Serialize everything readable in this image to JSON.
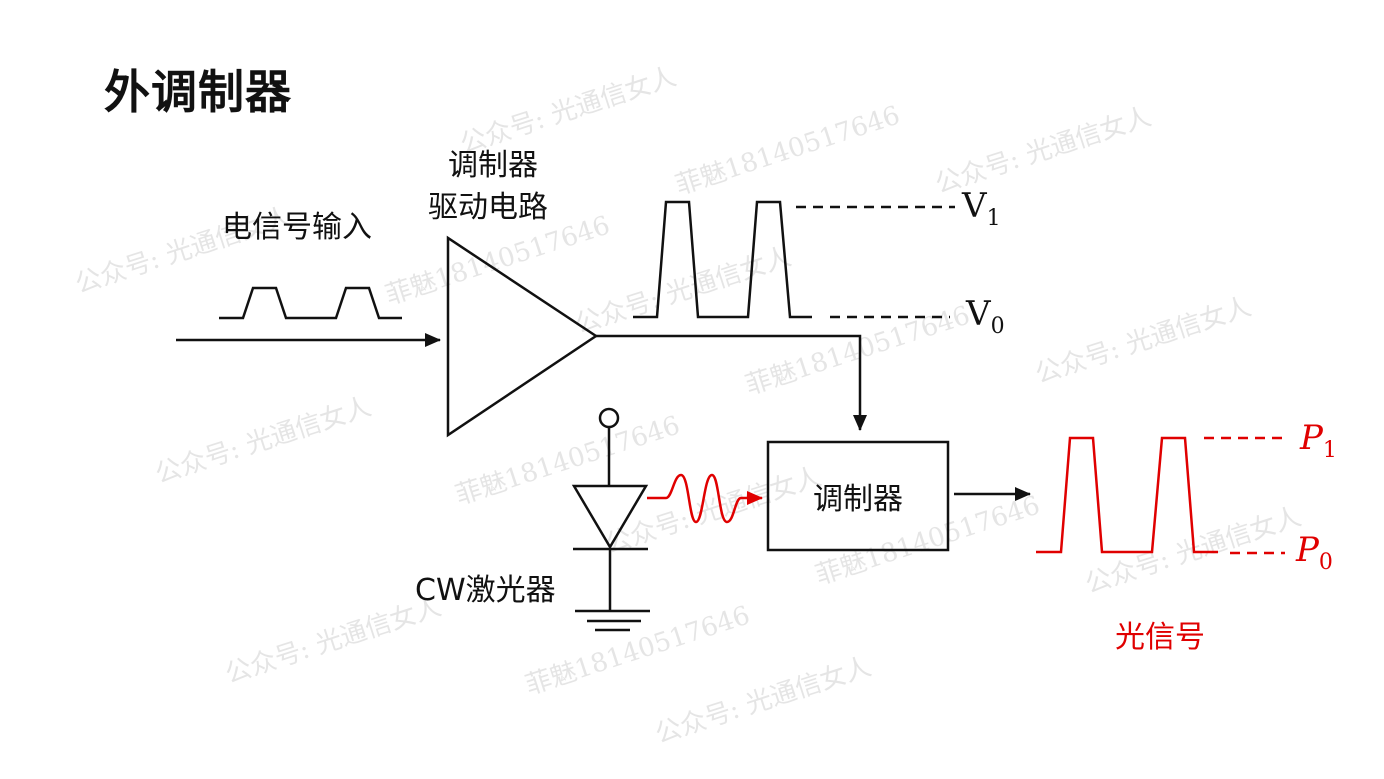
{
  "title": "外调制器",
  "labels": {
    "electrical_input": "电信号输入",
    "driver_line1": "调制器",
    "driver_line2": "驱动电路",
    "modulator": "调制器",
    "cw_laser": "CW激光器",
    "optical_signal": "光信号"
  },
  "levels": {
    "v1": {
      "base": "V",
      "sub": "1"
    },
    "v0": {
      "base": "V",
      "sub": "0"
    },
    "p1": {
      "base": "P",
      "sub": "1"
    },
    "p0": {
      "base": "P",
      "sub": "0"
    }
  },
  "colors": {
    "line": "#111111",
    "optical": "#e00000"
  },
  "watermarks": [
    "公众号: 光通信女人",
    "菲魅18140517646"
  ]
}
